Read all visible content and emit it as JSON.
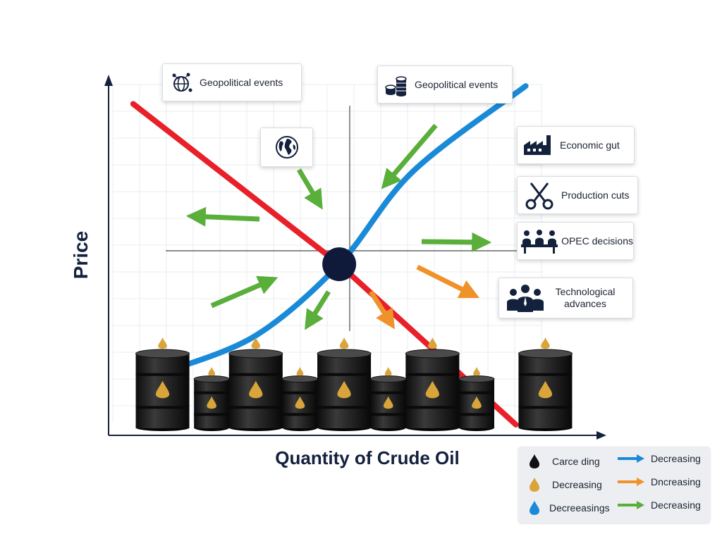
{
  "chart_data": {
    "type": "line",
    "xlabel": "Quantity of Crude Oil",
    "ylabel": "Price",
    "grid": true,
    "series": [
      {
        "key": "demand",
        "color": "#e8202a",
        "points": [
          [
            0.05,
            0.93
          ],
          [
            0.47,
            0.48
          ],
          [
            0.83,
            0.03
          ]
        ]
      },
      {
        "key": "supply",
        "color": "#1a8ad8",
        "points": [
          [
            0.12,
            0.18
          ],
          [
            0.3,
            0.28
          ],
          [
            0.47,
            0.48
          ],
          [
            0.62,
            0.74
          ],
          [
            0.85,
            0.98
          ]
        ]
      }
    ],
    "equilibrium": {
      "x": 0.47,
      "y": 0.48
    },
    "barrels": [
      {
        "size": "large",
        "cx": 0.11
      },
      {
        "size": "small",
        "cx": 0.21
      },
      {
        "size": "large",
        "cx": 0.3
      },
      {
        "size": "small",
        "cx": 0.39
      },
      {
        "size": "large",
        "cx": 0.48
      },
      {
        "size": "small",
        "cx": 0.57
      },
      {
        "size": "large",
        "cx": 0.66
      },
      {
        "size": "small",
        "cx": 0.75
      },
      {
        "size": "large",
        "cx": 0.89
      }
    ],
    "annotations": [
      {
        "text": "Geopolitical events",
        "icon": "globe-network-icon"
      },
      {
        "text": "Geopolitical events",
        "icon": "coin-stacks-icon"
      },
      {
        "text": "",
        "icon": "globe-icon"
      },
      {
        "text": "Economic gut",
        "icon": "factory-icon"
      },
      {
        "text": "Production cuts",
        "icon": "scissors-icon"
      },
      {
        "text": "OPEC decisions",
        "icon": "meeting-icon"
      },
      {
        "text": "Technological advances",
        "icon": "people-group-icon"
      }
    ],
    "legend": {
      "placement": "bottom-right",
      "items": [
        {
          "text": "Carce ding",
          "marker": "black-drop-icon"
        },
        {
          "text": "Decreasing",
          "marker": "blue-arrow-icon"
        },
        {
          "text": "Decreasing",
          "marker": "gold-drop-icon"
        },
        {
          "text": "Dncreasing",
          "marker": "orange-arrow-icon"
        },
        {
          "text": "Decreeasings",
          "marker": "blue-drop-icon"
        },
        {
          "text": "Decreasing",
          "marker": "green-arrow-icon"
        }
      ]
    }
  },
  "colors": {
    "axis": "#14213d",
    "demand": "#e8202a",
    "supply": "#1a8ad8",
    "equilibrium": "#0f1a3a",
    "green_arrow": "#5aae3a",
    "orange_arrow": "#f0922a",
    "barrel": "#1c1c1c",
    "oil_drop": "#d9a43a",
    "blue_drop": "#1a8ad8"
  }
}
